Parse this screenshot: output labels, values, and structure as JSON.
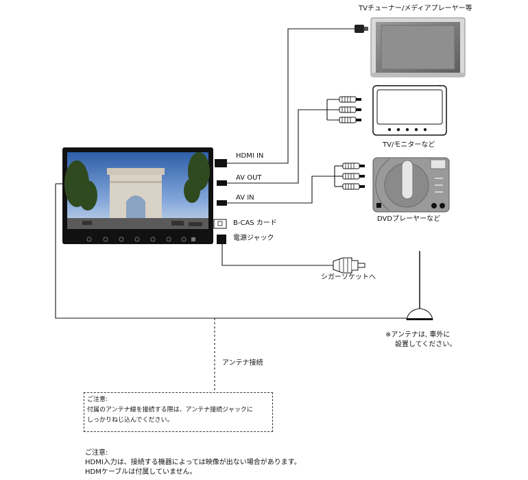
{
  "labels": {
    "source_device": "TVチューナー/メディアプレーヤー等",
    "tv_monitor": "TV/モニターなど",
    "dvd_player": "DVDプレーヤーなど",
    "hdmi_in": "HDMI IN",
    "av_out": "AV OUT",
    "av_in": "AV IN",
    "bcas_card": "B-CAS カード",
    "power_jack": "電源ジャック",
    "cigar_socket": "シガーソケットへ",
    "antenna_note_line1": "※アンテナは, 車外に",
    "antenna_note_line2": "設置してください。",
    "antenna_connection": "アンテナ接続"
  },
  "notice_box": {
    "title": "ご注意:",
    "line1": "付属のアンテナ線を接続する際は、アンテナ接続ジャックに",
    "line2": "しっかりねじ込んでください。"
  },
  "bottom_notice": {
    "title": "ご注意:",
    "line1": "HDMI入力は、接続する機器によっては映像が出ない場合があります。",
    "line2": "HDMケーブルは付属していません。"
  }
}
